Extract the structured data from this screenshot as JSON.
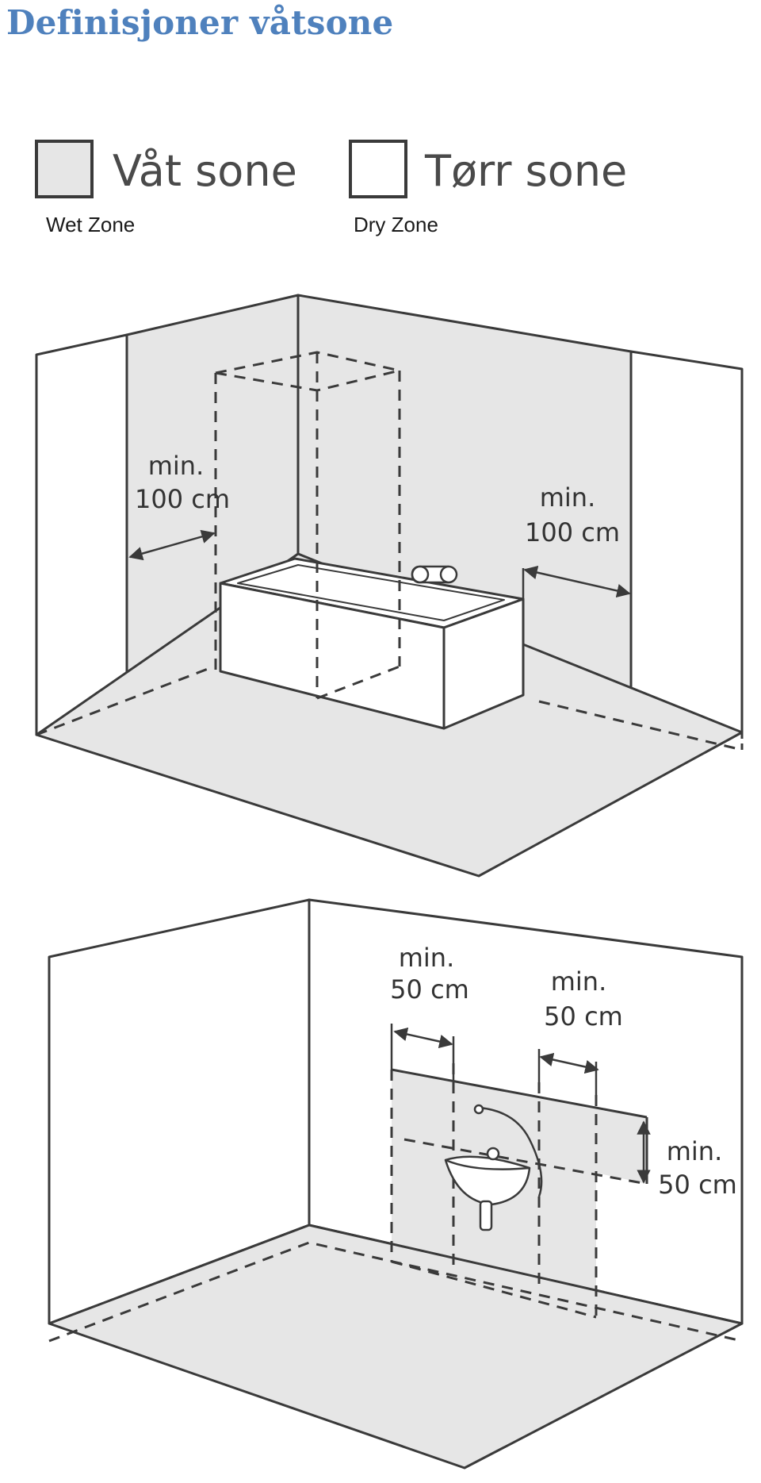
{
  "title": "Definisjoner våtsone",
  "legend": [
    {
      "label": "Våt sone",
      "sublabel": "Wet Zone",
      "fill": "#e6e6e6"
    },
    {
      "label": "Tørr sone",
      "sublabel": "Dry Zone",
      "fill": "#ffffff"
    }
  ],
  "colors": {
    "wet": "#e6e6e6",
    "dry": "#ffffff",
    "line": "#3a3a3a",
    "title": "#4f81bd"
  },
  "bathtub_room": {
    "left_clearance": {
      "line1": "min.",
      "line2": "100 cm"
    },
    "right_clearance": {
      "line1": "min.",
      "line2": "100 cm"
    }
  },
  "sink_room": {
    "left_clearance": {
      "line1": "min.",
      "line2": "50 cm"
    },
    "right_clearance": {
      "line1": "min.",
      "line2": "50 cm"
    },
    "top_clearance": {
      "line1": "min.",
      "line2": "50 cm"
    }
  }
}
